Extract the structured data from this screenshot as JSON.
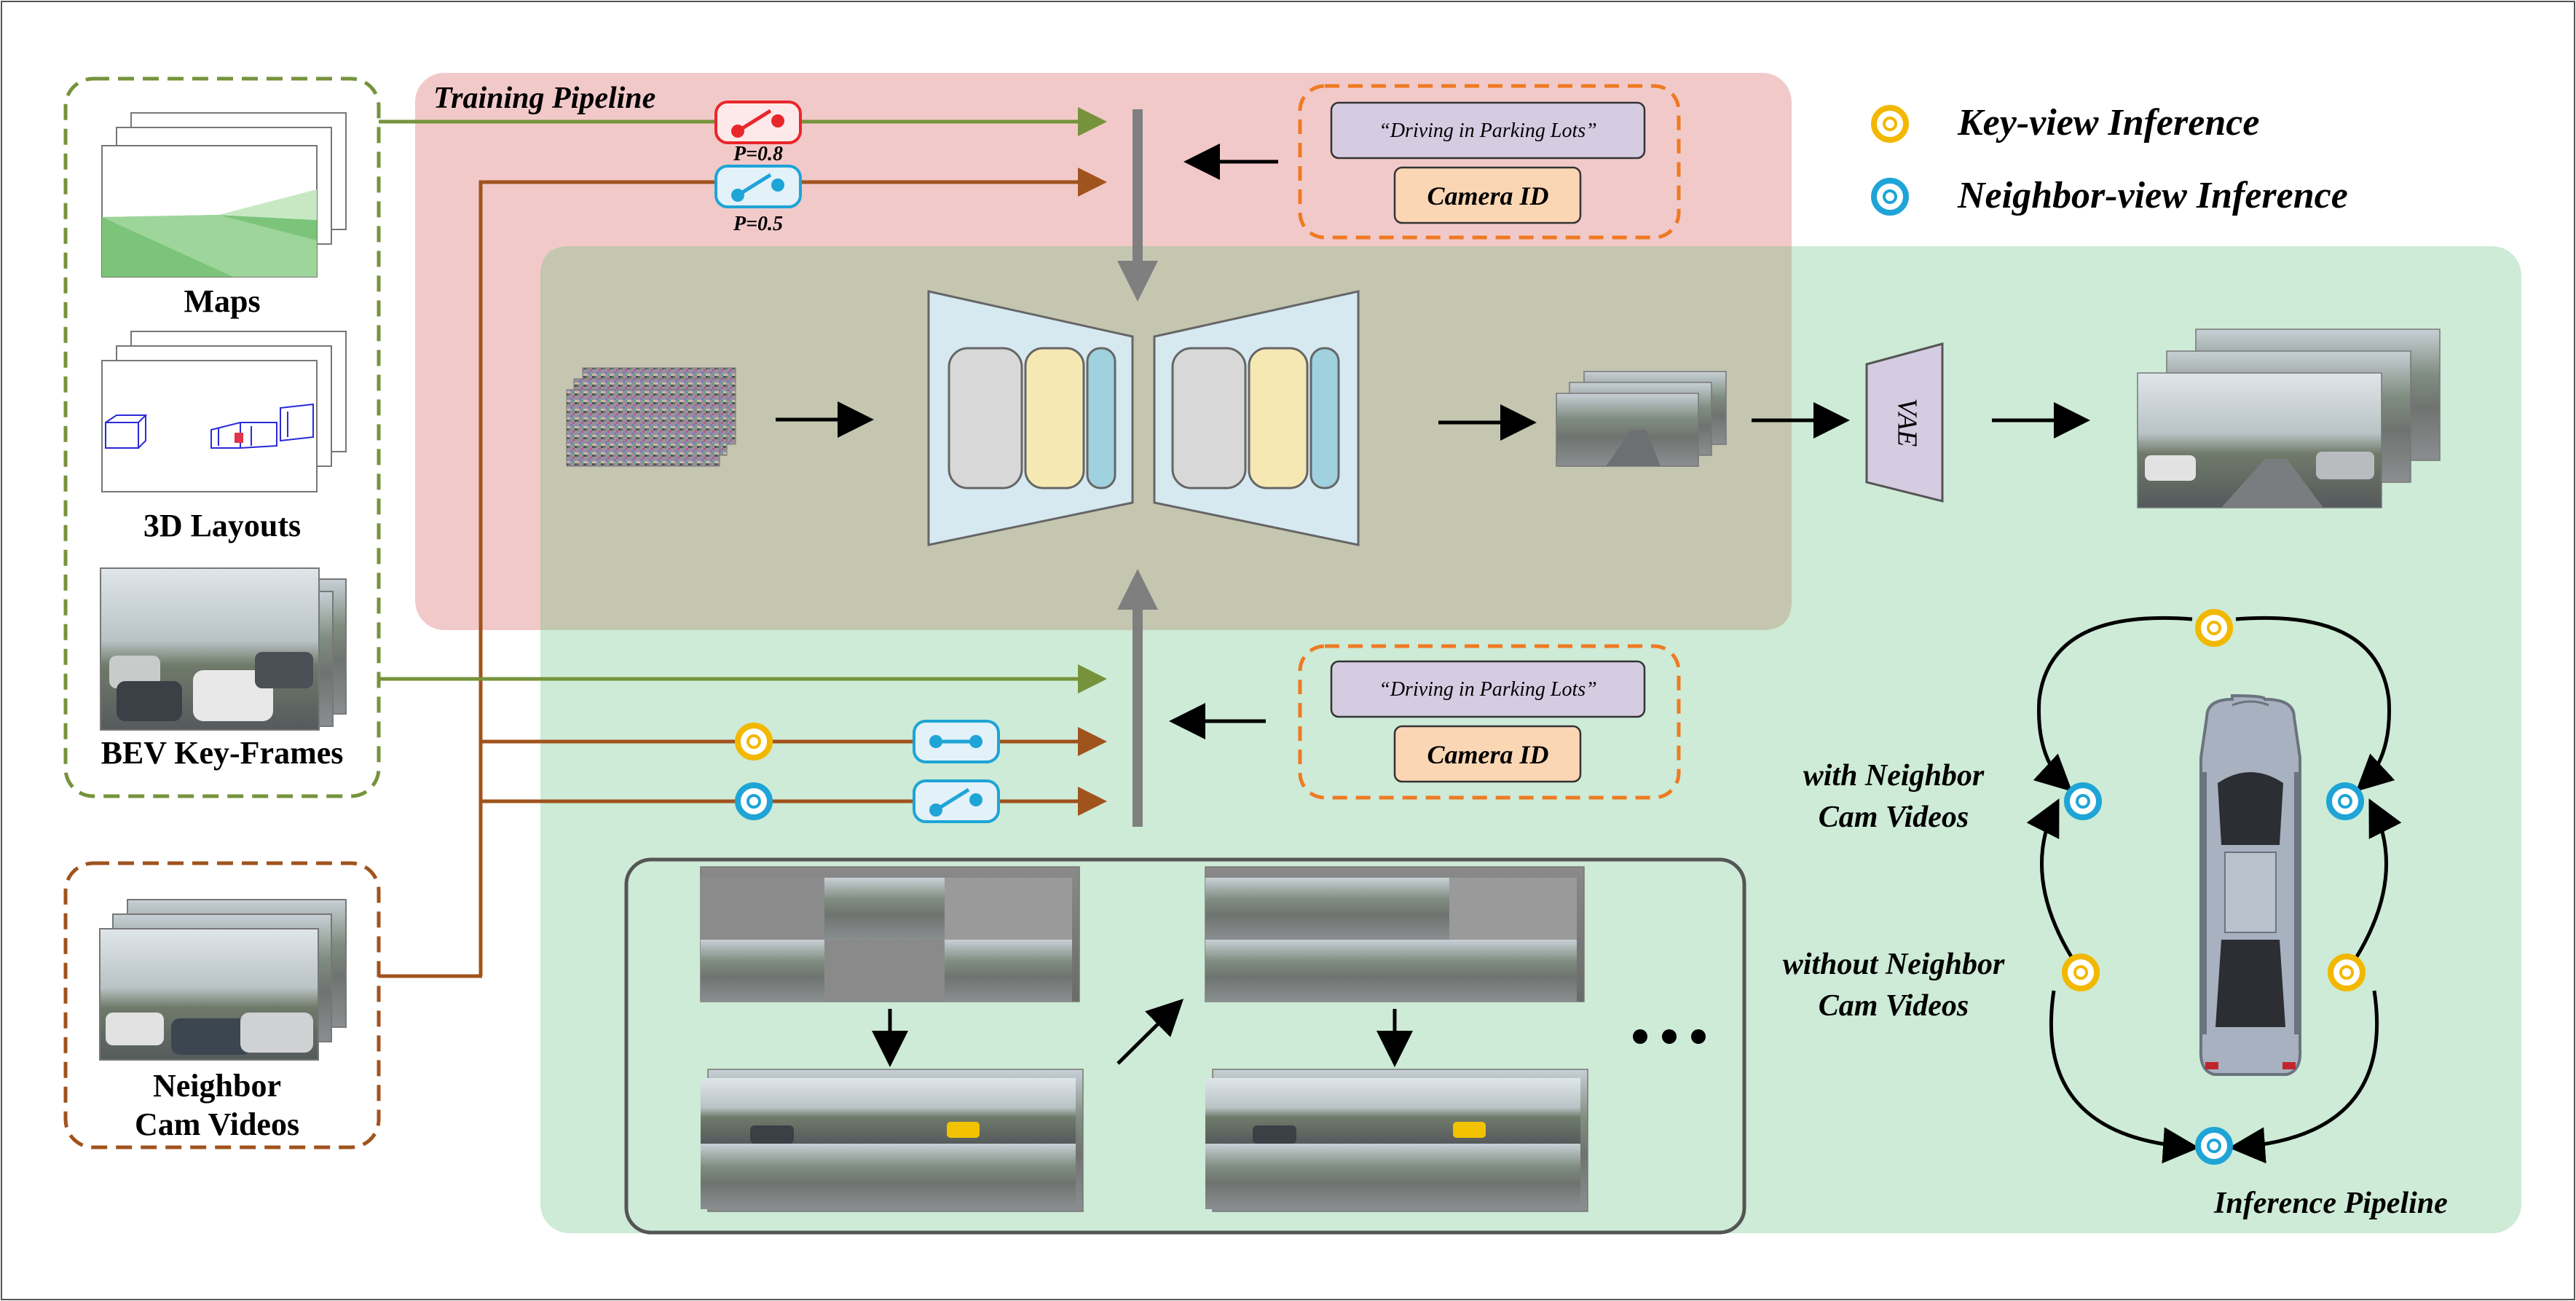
{
  "inputs": {
    "maps": "Maps",
    "layouts": "3D Layouts",
    "bev": "BEV Key-Frames",
    "neighbor_line1": "Neighbor",
    "neighbor_line2": "Cam Videos"
  },
  "training": {
    "title": "Training Pipeline",
    "p_map": "P=0.8",
    "p_layout": "P=0.5",
    "prompt": "“Driving in Parking Lots”",
    "camera": "Camera ID"
  },
  "bottom_condition": {
    "prompt": "“Driving in Parking Lots”",
    "camera": "Camera ID"
  },
  "decoder": {
    "vae": "VAE"
  },
  "legend": {
    "key": "Key-view Inference",
    "neighbor": "Neighbor-view Inference"
  },
  "inference": {
    "title": "Inference Pipeline",
    "with_line1": "with Neighbor",
    "with_line2": "Cam Videos",
    "without_line1": "without Neighbor",
    "without_line2": "Cam Videos"
  },
  "colors": {
    "training_bg": "#f2c9c9",
    "inference_bg": "#cdebd6",
    "overlap_bg": "#c4c6b0",
    "map_arrow": "#76933c",
    "layout_arrow": "#a0531d",
    "key_view": "#f2b800",
    "neighbor_view": "#1ea4d6",
    "switch_red": "#e8272b",
    "switch_blue": "#1ea4d6",
    "prompt_fill": "#d6cce2",
    "camera_fill": "#fbd6b5",
    "cond_border": "#ef7a22"
  }
}
